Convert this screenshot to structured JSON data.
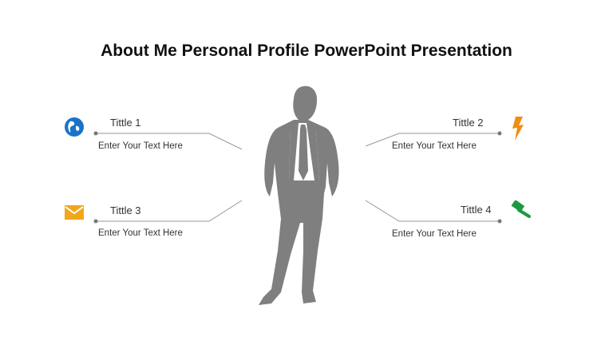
{
  "slide": {
    "title": "About Me Personal Profile PowerPoint Presentation",
    "items": [
      {
        "title": "Tittle 1",
        "text": "Enter Your Text Here",
        "icon": "globe-icon",
        "color": "#1a73c9"
      },
      {
        "title": "Tittle 2",
        "text": "Enter Your Text Here",
        "icon": "lightning-icon",
        "color": "#f28c13"
      },
      {
        "title": "Tittle 3",
        "text": "Enter Your Text Here",
        "icon": "envelope-icon",
        "color": "#f2a71b"
      },
      {
        "title": "Tittle 4",
        "text": "Enter Your Text Here",
        "icon": "gavel-icon",
        "color": "#1c9a3f"
      }
    ],
    "figure": "businessman-silhouette"
  }
}
